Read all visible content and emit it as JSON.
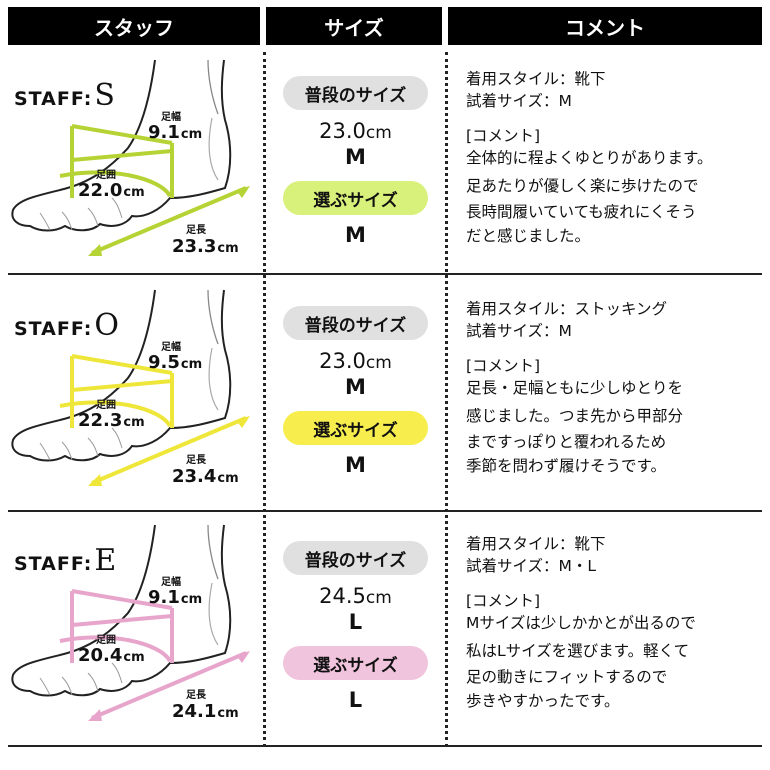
{
  "header": {
    "col_staff": "スタッフ",
    "col_size": "サイズ",
    "col_comment": "コメント"
  },
  "labels": {
    "staff_prefix": "STAFF",
    "width_label": "足幅",
    "girth_label": "足囲",
    "length_label": "足長",
    "unit_cm": "cm",
    "usual_size": "普段のサイズ",
    "chosen_size": "選ぶサイズ"
  },
  "colors": {
    "S": "#b5d334",
    "O": "#efe63a",
    "E": "#e8a5cc",
    "S_pill": "#d8f17a",
    "O_pill": "#f7ee4e",
    "E_pill": "#f1c4dd"
  },
  "rows": [
    {
      "staff": "S",
      "width": "9.1",
      "girth": "22.0",
      "length": "23.3",
      "usual_cm": "23.0",
      "usual_letter": "M",
      "chosen": "M",
      "comment": {
        "style": "着用スタイル：靴下",
        "tried": "試着サイズ：M",
        "heading": "[コメント]",
        "lines": [
          "全体的に程よくゆとりがあります。",
          "足あたりが優しく楽に歩けたので",
          "長時間履いていても疲れにくそう",
          "だと感じました。"
        ]
      }
    },
    {
      "staff": "O",
      "width": "9.5",
      "girth": "22.3",
      "length": "23.4",
      "usual_cm": "23.0",
      "usual_letter": "M",
      "chosen": "M",
      "comment": {
        "style": "着用スタイル：ストッキング",
        "tried": "試着サイズ：M",
        "heading": "[コメント]",
        "lines": [
          "足長・足幅ともに少しゆとりを",
          "感じました。つま先から甲部分",
          "まですっぽりと覆われるため",
          "季節を問わず履けそうです。"
        ]
      }
    },
    {
      "staff": "E",
      "width": "9.1",
      "girth": "20.4",
      "length": "24.1",
      "usual_cm": "24.5",
      "usual_letter": "L",
      "chosen": "L",
      "comment": {
        "style": "着用スタイル：靴下",
        "tried": "試着サイズ：M・L",
        "heading": "[コメント]",
        "lines": [
          "Mサイズは少しかかとが出るので",
          "私はLサイズを選びます。軽くて",
          "足の動きにフィットするので",
          "歩きやすかったです。"
        ]
      }
    }
  ]
}
